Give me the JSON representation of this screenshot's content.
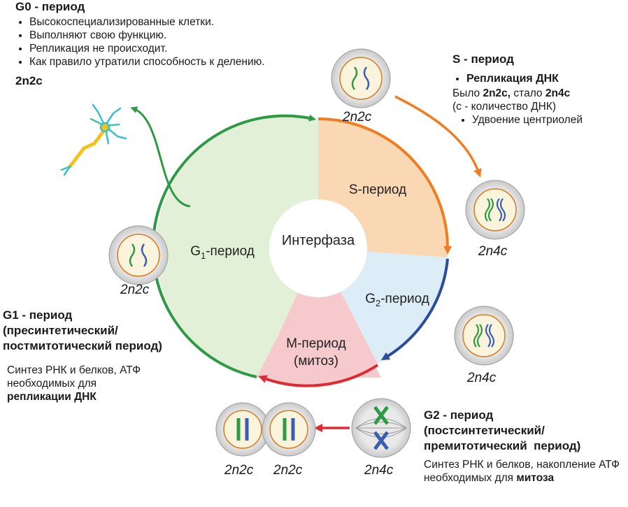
{
  "g0": {
    "title": "G0 - период",
    "bullets": [
      "Высокоспециализированные клетки.",
      "Выполняют свою функцию.",
      "Репликация не происходит.",
      "Как правило утратили способность к делению."
    ],
    "ploidy": "2n2c"
  },
  "s_info": {
    "title": "S - период",
    "bullet1": "Репликация ДНК",
    "line_prefix": "Было ",
    "line_from": "2n2c,",
    "line_mid": " стало ",
    "line_to": "2n4c",
    "note": "(с - количество ДНК)",
    "bullet2": "Удвоение центриолей"
  },
  "g1_info": {
    "title_lines": [
      "G1 - период",
      "(пресинтетический/",
      "постмитотический период)"
    ],
    "text": "Синтез РНК и белков, АТФ необходимых для",
    "bold": "репликации ДНК"
  },
  "g2_info": {
    "title_lines": [
      "G2 - период",
      "(постсинтетический/",
      "премитотический  период)"
    ],
    "text": "Синтез РНК и белков, накопление АТФ необходимых для ",
    "bold": "митоза"
  },
  "cycle": {
    "center": "Интерфаза",
    "s_label": "S-период",
    "g1_label_base": "G",
    "g1_label_sub": "1",
    "g1_label_rest": "-период",
    "g2_label_base": "G",
    "g2_label_sub": "2",
    "g2_label_rest": "-период",
    "m_label_1": "М-период",
    "m_label_2": "(митоз)"
  },
  "cell_labels": {
    "top": "2n2c",
    "right_upper": "2n4c",
    "right_lower": "2n4c",
    "left": "2n2c",
    "mitosis": "2n4c",
    "daughter_1": "2n2c",
    "daughter_2": "2n2c"
  },
  "colors": {
    "g1": "#e3f0d8",
    "s": "#fbd8b4",
    "g2": "#dcedf7",
    "m": "#f6c9cd",
    "green_arrow": "#2e9b44",
    "orange_arrow": "#f07d22",
    "blue_arrow": "#2b4c9a",
    "red_arrow": "#e02a33"
  }
}
